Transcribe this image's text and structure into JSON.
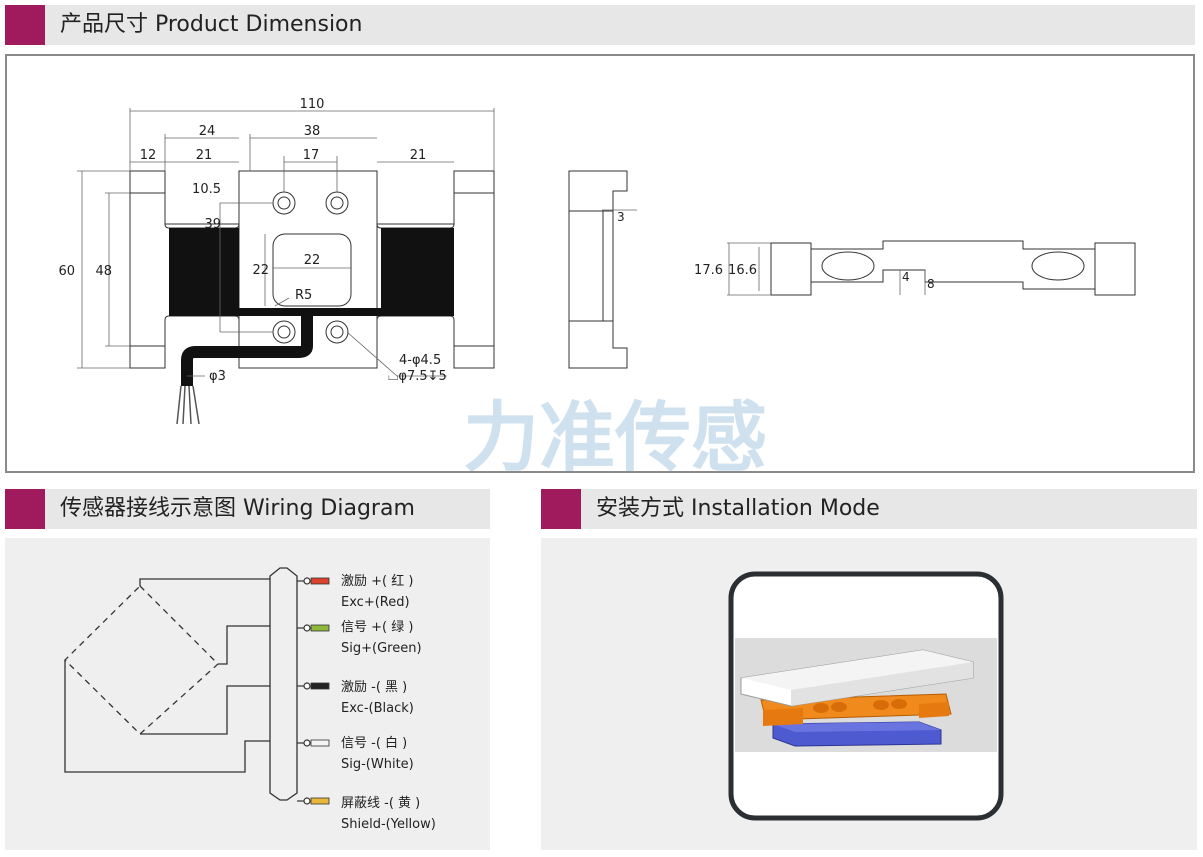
{
  "sections": {
    "dimension": {
      "title": "产品尺寸 Product Dimension"
    },
    "wiring": {
      "title": "传感器接线示意图  Wiring Diagram"
    },
    "install": {
      "title": "安装方式 Installation Mode"
    }
  },
  "dimensions": {
    "overall_length": "110",
    "d24": "24",
    "d38": "38",
    "d12": "12",
    "d21_left": "21",
    "d17": "17",
    "d21_right": "21",
    "height60": "60",
    "height48": "48",
    "d10_5": "10.5",
    "d39": "39",
    "d22_w": "22",
    "d22_h": "22",
    "r5": "R5",
    "holes": "4-φ4.5",
    "counterbore": "⌴φ7.5↧5",
    "cable": "φ3",
    "side_d3": "3",
    "d17_6": "17.6",
    "d16_6": "16.6",
    "d4": "4",
    "d8": "8"
  },
  "watermark": "力准传感",
  "wires": [
    {
      "cn": "激励 +( 红 )",
      "en": "Exc+(Red)",
      "color": "#d8432a"
    },
    {
      "cn": "信号 +( 绿 )",
      "en": "Sig+(Green)",
      "color": "#8fb83a"
    },
    {
      "cn": "激励 -( 黑 )",
      "en": "Exc-(Black)",
      "color": "#222222"
    },
    {
      "cn": "信号 -( 白 )",
      "en": "Sig-(White)",
      "color": "#f4f4f4"
    },
    {
      "cn": "屏蔽线 -( 黄 )",
      "en": "Shield-(Yellow)",
      "color": "#e8b83a"
    }
  ],
  "colors": {
    "accent": "#a01a5e",
    "header_bg": "#e7e7e7",
    "panel_bg": "#efefef"
  }
}
